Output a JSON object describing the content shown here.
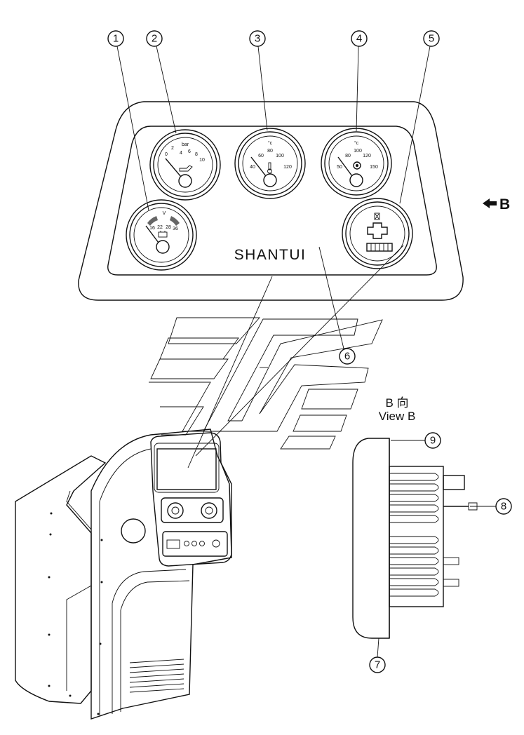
{
  "brand_label": "SHANTUI",
  "direction_marker": {
    "arrow": "left-arrow-icon",
    "label": "B"
  },
  "view_caption": {
    "line1": "B 向",
    "line2": "View B"
  },
  "callouts": [
    "1",
    "2",
    "3",
    "4",
    "5",
    "6",
    "7",
    "8",
    "9"
  ],
  "gauges": {
    "oil_pressure": {
      "unit": "bar",
      "ticks": [
        "0",
        "2",
        "4",
        "6",
        "8",
        "10"
      ],
      "icon": "oil-can-icon"
    },
    "water_temp": {
      "unit": "°c",
      "ticks": [
        "40",
        "60",
        "80",
        "100",
        "120"
      ],
      "icon": "thermometer-icon"
    },
    "oil_temp": {
      "unit": "°c",
      "ticks": [
        "50",
        "80",
        "100",
        "120",
        "150"
      ],
      "icon": "transmission-icon"
    },
    "voltmeter": {
      "unit": "V",
      "ticks": [
        "16",
        "22",
        "28",
        "36"
      ],
      "icon": "battery-icon"
    },
    "hour_meter": {
      "icon": "hourglass-icon"
    }
  }
}
